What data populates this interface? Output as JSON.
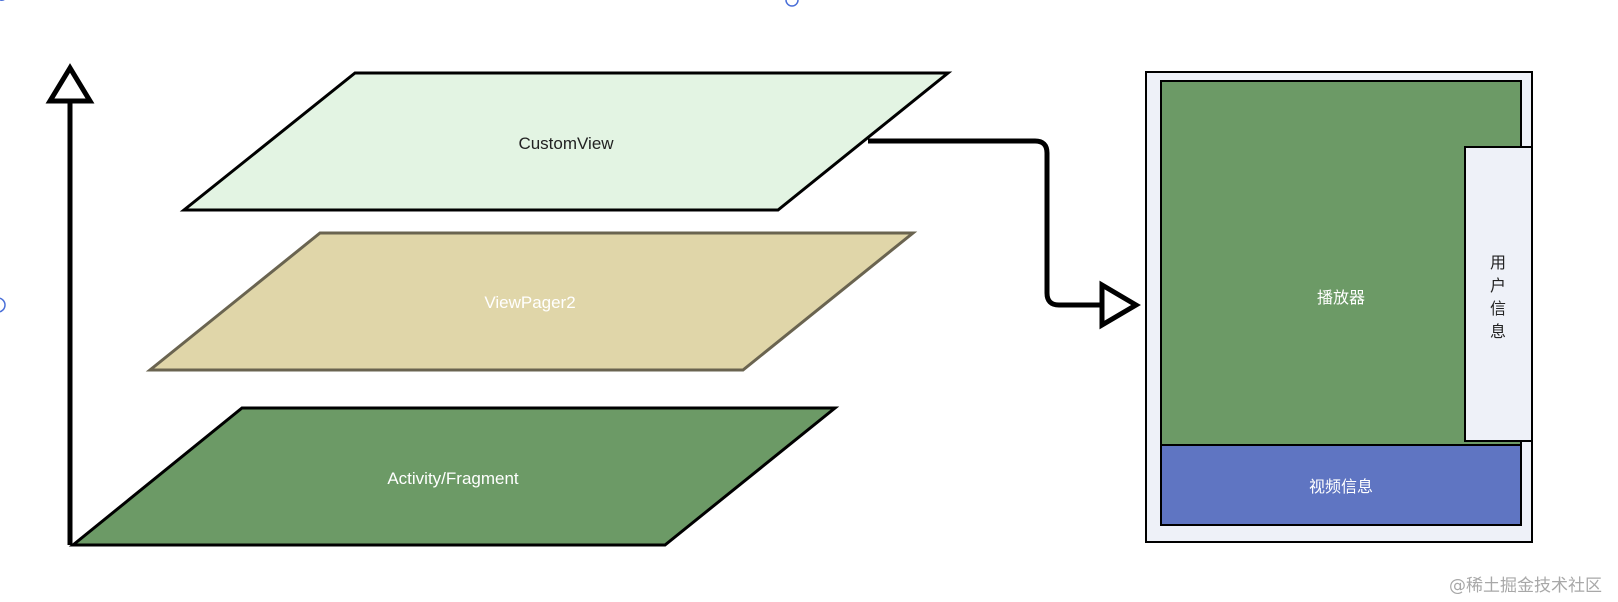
{
  "layers": {
    "top": {
      "label": "CustomView",
      "fill": "#e3f4e3",
      "text_color": "#222222"
    },
    "middle": {
      "label": "ViewPager2",
      "fill": "#e0d6a9",
      "text_color": "#ffffff"
    },
    "bottom": {
      "label": "Activity/Fragment",
      "fill": "#6c9a66",
      "text_color": "#ffffff"
    }
  },
  "screen": {
    "player_label": "播放器",
    "user_info_chars": [
      "用",
      "户",
      "信",
      "息"
    ],
    "video_info_label": "视频信息",
    "frame_fill": "#eef1f8",
    "player_fill": "#6c9a66",
    "user_info_fill": "#eef1f8",
    "video_info_fill": "#5f75c2"
  },
  "watermark": "@稀土掘金技术社区"
}
